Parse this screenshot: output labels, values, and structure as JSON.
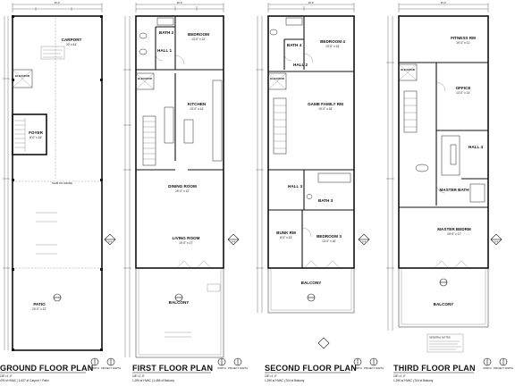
{
  "plans": [
    {
      "title": "GROUND FLOOR PLAN",
      "scale": "1/8\"=1'-0\"",
      "area": "476 sf HVAC | 1,627 sf Carport + Patio",
      "rooms": [
        {
          "name": "CARPORT",
          "size": "20' x 41'"
        },
        {
          "name": "ELEVATOR",
          "size": ""
        },
        {
          "name": "FOYER",
          "size": "8'-0\" x 16'"
        },
        {
          "name": "PATIO",
          "size": "20'-0\" x 22'"
        }
      ],
      "notes": [
        "SLAB ON GRADE"
      ],
      "dim_top": "20'-0\"",
      "elev_mark": "A-4"
    },
    {
      "title": "FIRST FLOOR PLAN",
      "scale": "1/8\"=1'-0\"",
      "area": "1,290 sf HVAC | 1,456 sf Balcony",
      "rooms": [
        {
          "name": "BEDROOM",
          "size": "13'-0\" x 12'"
        },
        {
          "name": "BATH 2",
          "size": ""
        },
        {
          "name": "HALL 1",
          "size": ""
        },
        {
          "name": "ELEVATOR",
          "size": ""
        },
        {
          "name": "KITCHEN",
          "size": "13'-0\" x 14'"
        },
        {
          "name": "DINING ROOM",
          "size": "19'-0\" x 12'"
        },
        {
          "name": "LIVING ROOM",
          "size": "19'-0\" x 17'"
        },
        {
          "name": "BALCONY",
          "size": ""
        }
      ],
      "notes": [],
      "dim_top": "20'-0\"",
      "elev_mark": "A-4"
    },
    {
      "title": "SECOND FLOOR PLAN",
      "scale": "1/8\"=1'-0\"",
      "area": "1,290 sf HVAC | 204 sf Balcony",
      "rooms": [
        {
          "name": "BEDROOM 4",
          "size": "13'-0\" x 14'"
        },
        {
          "name": "BATH 4",
          "size": ""
        },
        {
          "name": "HALL 2",
          "size": ""
        },
        {
          "name": "ELEVATOR",
          "size": ""
        },
        {
          "name": "GAME FAMILY RM",
          "size": "19'-0\" x 18'"
        },
        {
          "name": "HALL 3",
          "size": ""
        },
        {
          "name": "BATH 3",
          "size": ""
        },
        {
          "name": "BUNK RM",
          "size": "8'-0\" x 13'"
        },
        {
          "name": "BEDROOM 3",
          "size": "13'-0\" x 16'"
        },
        {
          "name": "BALCONY",
          "size": ""
        }
      ],
      "notes": [],
      "dim_top": "20'-0\"",
      "elev_mark": "A-4"
    },
    {
      "title": "THIRD FLOOR PLAN",
      "scale": "1/8\"=1'-0\"",
      "area": "1,290 sf HVAC | 204 sf Balcony",
      "rooms": [
        {
          "name": "FITNESS RM",
          "size": "19'-0\" x 11'"
        },
        {
          "name": "ELEVATOR",
          "size": ""
        },
        {
          "name": "OFFICE",
          "size": "13'-0\" x 14'"
        },
        {
          "name": "HALL 4",
          "size": ""
        },
        {
          "name": "MASTER BATH",
          "size": ""
        },
        {
          "name": "MASTER BEDRM",
          "size": "19'-0\" x 17'"
        },
        {
          "name": "BALCONY",
          "size": ""
        }
      ],
      "notes": [
        "GENERAL NOTES"
      ],
      "dim_top": "20'-0\"",
      "elev_mark": "A-4"
    }
  ],
  "north_labels": [
    "NORTH",
    "PROJECT NORTH"
  ]
}
